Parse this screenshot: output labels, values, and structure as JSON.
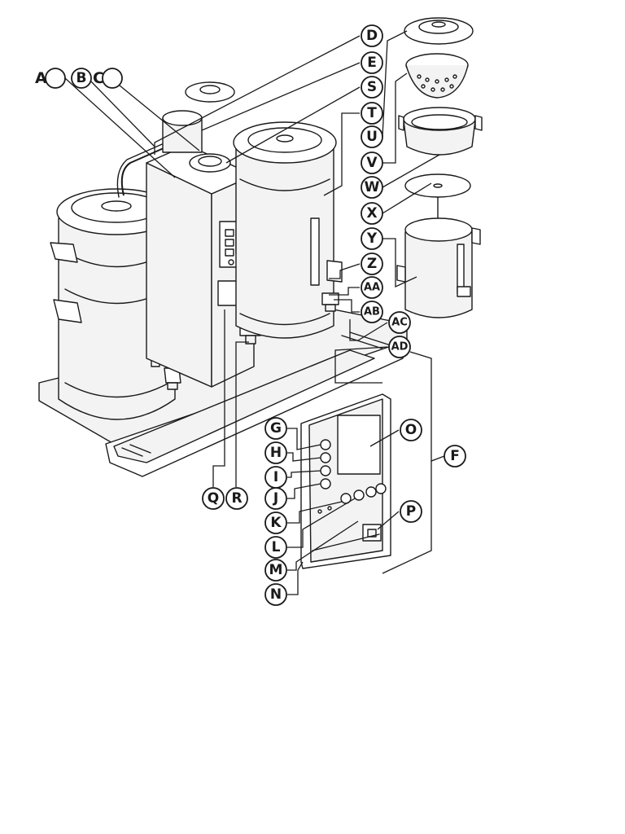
{
  "figure": {
    "labels": {
      "A": "A",
      "B": "B",
      "C": "C",
      "D": "D",
      "E": "E",
      "F": "F",
      "G": "G",
      "H": "H",
      "I": "I",
      "J": "J",
      "K": "K",
      "L": "L",
      "M": "M",
      "N": "N",
      "O": "O",
      "P": "P",
      "Q": "Q",
      "R": "R",
      "S": "S",
      "T": "T",
      "U": "U",
      "V": "V",
      "W": "W",
      "X": "X",
      "Y": "Y",
      "Z": "Z",
      "AA": "AA",
      "AB": "AB",
      "AC": "AC",
      "AD": "AD"
    }
  },
  "colors": {
    "line": "#1a1a1a",
    "background": "#ffffff",
    "body_fill": "#f3f3f3"
  }
}
